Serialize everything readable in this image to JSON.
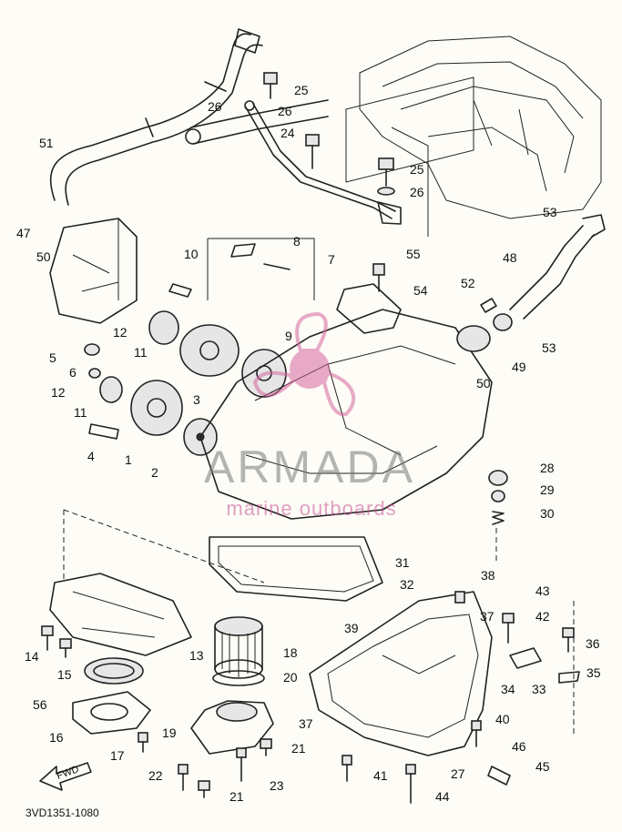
{
  "callouts": [
    {
      "text": "1"
    },
    {
      "text": "2"
    },
    {
      "text": "3"
    },
    {
      "text": "4"
    },
    {
      "text": "5"
    },
    {
      "text": "6"
    },
    {
      "text": "7"
    },
    {
      "text": "8"
    },
    {
      "text": "9"
    },
    {
      "text": "10"
    },
    {
      "text": "11"
    },
    {
      "text": "11"
    },
    {
      "text": "12"
    },
    {
      "text": "12"
    },
    {
      "text": "13"
    },
    {
      "text": "14"
    },
    {
      "text": "15"
    },
    {
      "text": "16"
    },
    {
      "text": "17"
    },
    {
      "text": "18"
    },
    {
      "text": "19"
    },
    {
      "text": "20"
    },
    {
      "text": "21"
    },
    {
      "text": "21"
    },
    {
      "text": "22"
    },
    {
      "text": "23"
    },
    {
      "text": "24"
    },
    {
      "text": "25"
    },
    {
      "text": "25"
    },
    {
      "text": "26"
    },
    {
      "text": "26"
    },
    {
      "text": "26"
    },
    {
      "text": "27"
    },
    {
      "text": "28"
    },
    {
      "text": "29"
    },
    {
      "text": "30"
    },
    {
      "text": "31"
    },
    {
      "text": "32"
    },
    {
      "text": "33"
    },
    {
      "text": "34"
    },
    {
      "text": "35"
    },
    {
      "text": "36"
    },
    {
      "text": "37"
    },
    {
      "text": "37"
    },
    {
      "text": "38"
    },
    {
      "text": "39"
    },
    {
      "text": "40"
    },
    {
      "text": "41"
    },
    {
      "text": "42"
    },
    {
      "text": "43"
    },
    {
      "text": "44"
    },
    {
      "text": "45"
    },
    {
      "text": "46"
    },
    {
      "text": "47"
    },
    {
      "text": "48"
    },
    {
      "text": "49"
    },
    {
      "text": "50"
    },
    {
      "text": "50"
    },
    {
      "text": "51"
    },
    {
      "text": "52"
    },
    {
      "text": "53"
    },
    {
      "text": "53"
    },
    {
      "text": "54"
    },
    {
      "text": "55"
    },
    {
      "text": "56"
    }
  ],
  "fwd_label": "FWD",
  "figure_code": "3VD1351-1080",
  "watermark": {
    "title": "ARMADA",
    "subtitle": "marine outboards",
    "logo_icon": "propeller-logo-icon",
    "color": "#d6679f"
  }
}
